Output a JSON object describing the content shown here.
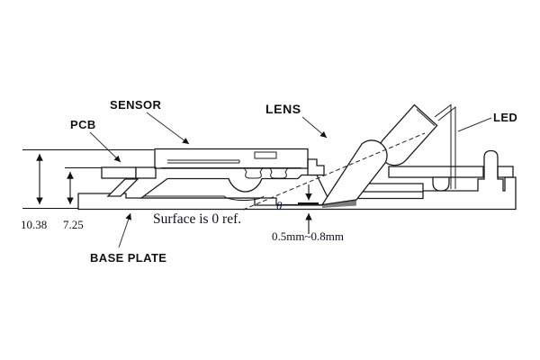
{
  "diagram": {
    "type": "optical-mouse-sensor-assembly-cross-section",
    "labels": {
      "pcb": "PCB",
      "sensor": "SENSOR",
      "lens": "LENS",
      "led": "LED",
      "base_plate": "BASE PLATE"
    },
    "dimensions": {
      "total_height": "10.38",
      "pcb_height": "7.25",
      "surface_ref": "Surface is 0 ref.",
      "lens_clearance": "0.5mm~0.8mm",
      "angle_symbol": "θ"
    },
    "colors": {
      "outline": "#1c1c1c",
      "base_fill": "#b9b9b9",
      "shadow_fill": "#7e7e7e",
      "background": "#ffffff"
    }
  }
}
